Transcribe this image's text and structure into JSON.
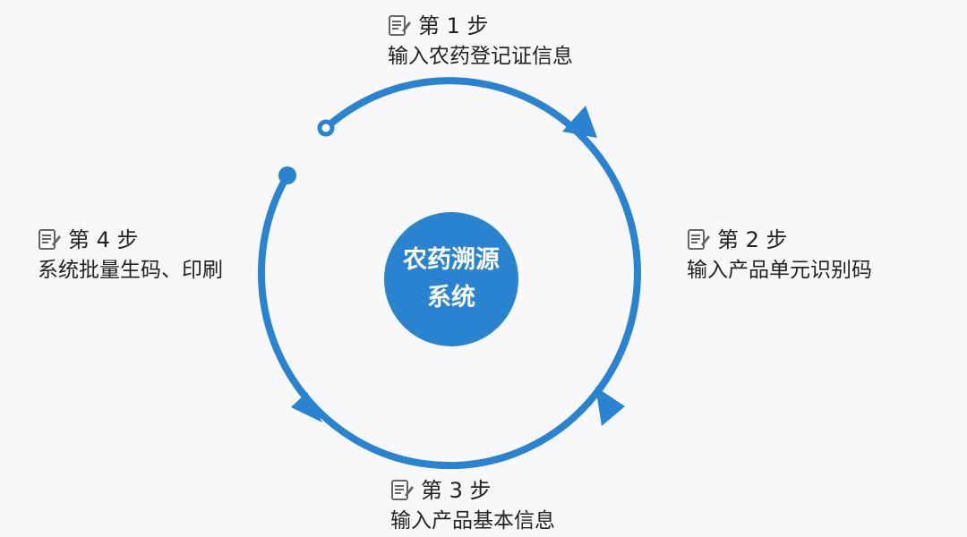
{
  "center": {
    "line1": "农药溯源",
    "line2": "系统"
  },
  "steps": [
    {
      "label": "第 1 步",
      "desc": "输入农药登记证信息",
      "icon": "note-icon"
    },
    {
      "label": "第 2 步",
      "desc": "输入产品单元识别码",
      "icon": "note-icon"
    },
    {
      "label": "第 3 步",
      "desc": "输入产品基本信息",
      "icon": "note-icon"
    },
    {
      "label": "第 4 步",
      "desc": "系统批量生码、印刷",
      "icon": "note-icon"
    }
  ],
  "colors": {
    "accent": "#2a83d0",
    "background": "#f8f8fa",
    "text": "#222222"
  }
}
